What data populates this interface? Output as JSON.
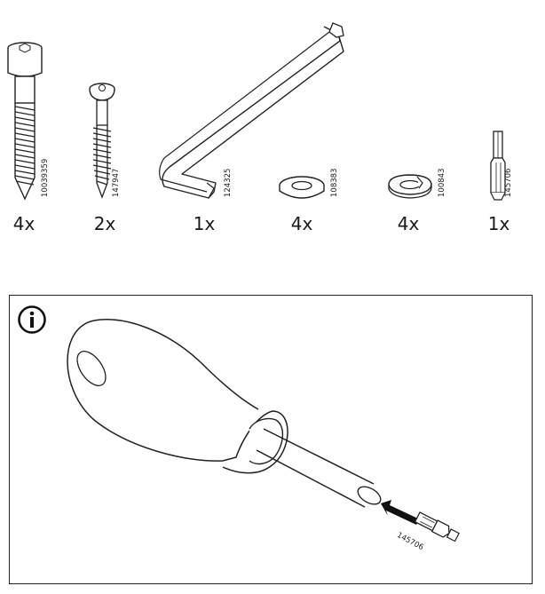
{
  "parts": [
    {
      "id": "socket-cap-screw",
      "quantity": "4x",
      "article_number": "10039359"
    },
    {
      "id": "wood-screw",
      "quantity": "2x",
      "article_number": "147947"
    },
    {
      "id": "allen-key",
      "quantity": "1x",
      "article_number": "124325"
    },
    {
      "id": "flat-washer",
      "quantity": "4x",
      "article_number": "108383"
    },
    {
      "id": "spring-washer",
      "quantity": "4x",
      "article_number": "100843"
    },
    {
      "id": "hex-bit",
      "quantity": "1x",
      "article_number": "145706"
    }
  ],
  "info_panel": {
    "icon": "info-icon",
    "bit_article_number": "145706"
  }
}
